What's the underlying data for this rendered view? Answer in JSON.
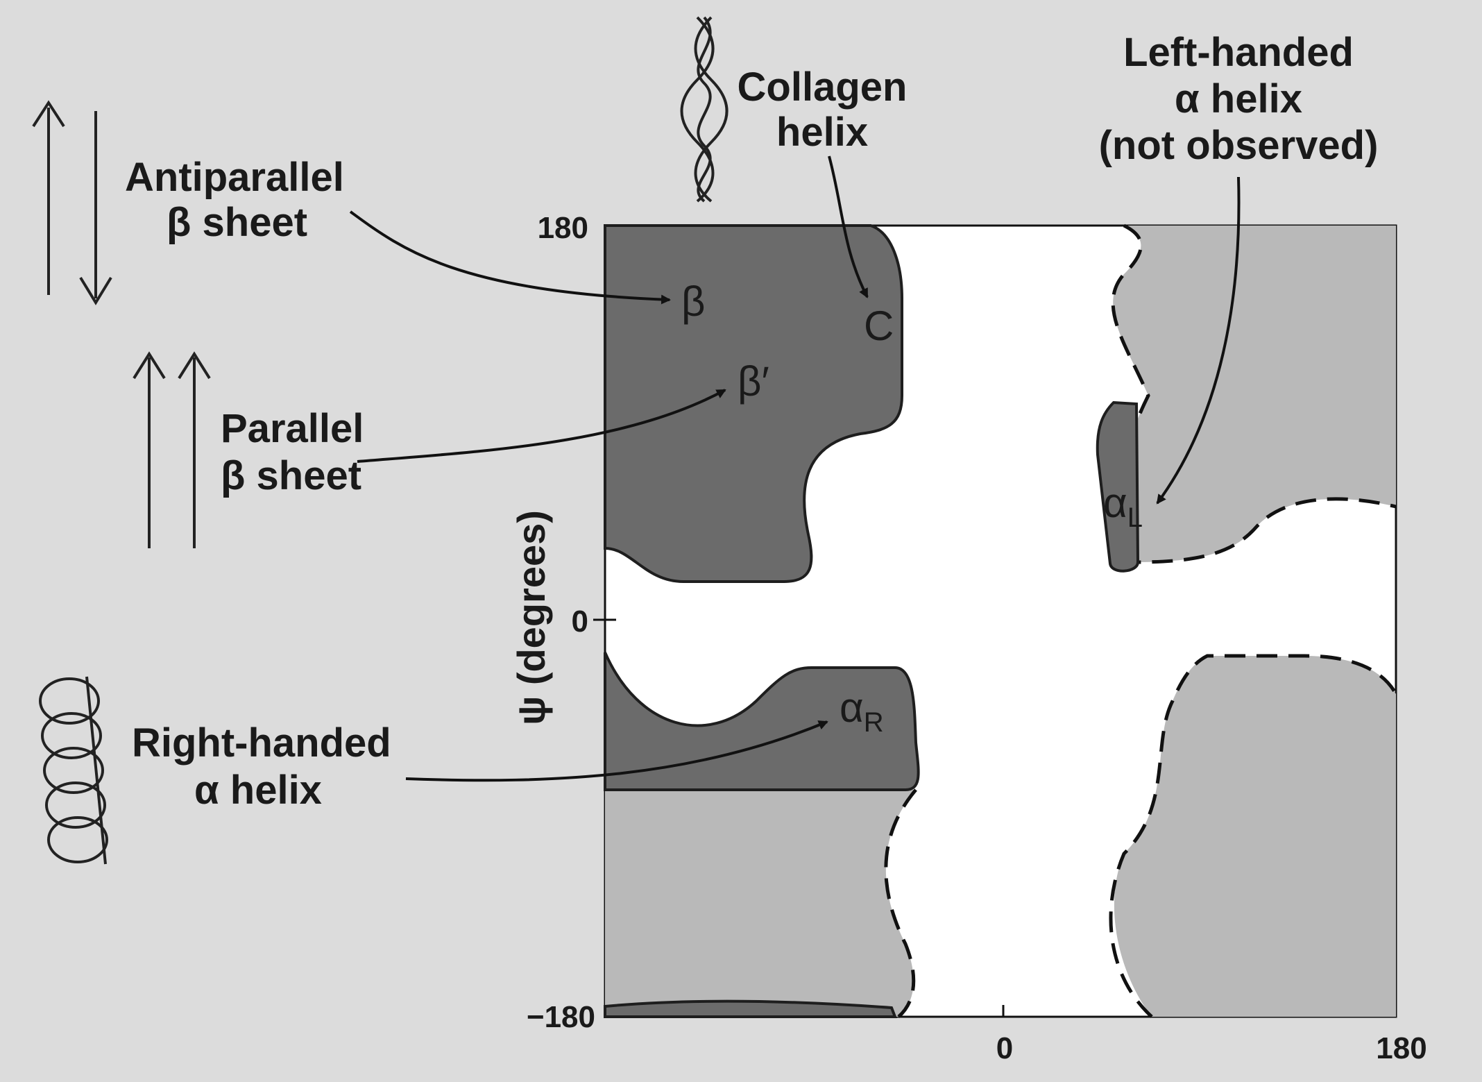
{
  "labels": {
    "antiparallel_line1": "Antiparallel",
    "antiparallel_line2": "β sheet",
    "parallel_line1": "Parallel",
    "parallel_line2": "β sheet",
    "right_handed_line1": "Right-handed",
    "right_handed_line2": "α helix",
    "collagen_line1": "Collagen",
    "collagen_line2": "helix",
    "left_handed_line1": "Left-handed",
    "left_handed_line2": "α helix",
    "left_handed_line3": "(not observed)"
  },
  "regions": {
    "beta": "β",
    "beta_prime": "β′",
    "collagen": "C",
    "alpha_l_main": "α",
    "alpha_l_sub": "L",
    "alpha_r_main": "α",
    "alpha_r_sub": "R"
  },
  "axes": {
    "y_label": "ψ (degrees)",
    "y_ticks": [
      "180",
      "0",
      "−180"
    ],
    "x_ticks": [
      "0",
      "180"
    ]
  },
  "colors": {
    "background": "#dcdcdc",
    "allowed_region": "#6b6b6b",
    "marginal_region": "#b9b9b9",
    "disallowed_region": "#ffffff"
  }
}
